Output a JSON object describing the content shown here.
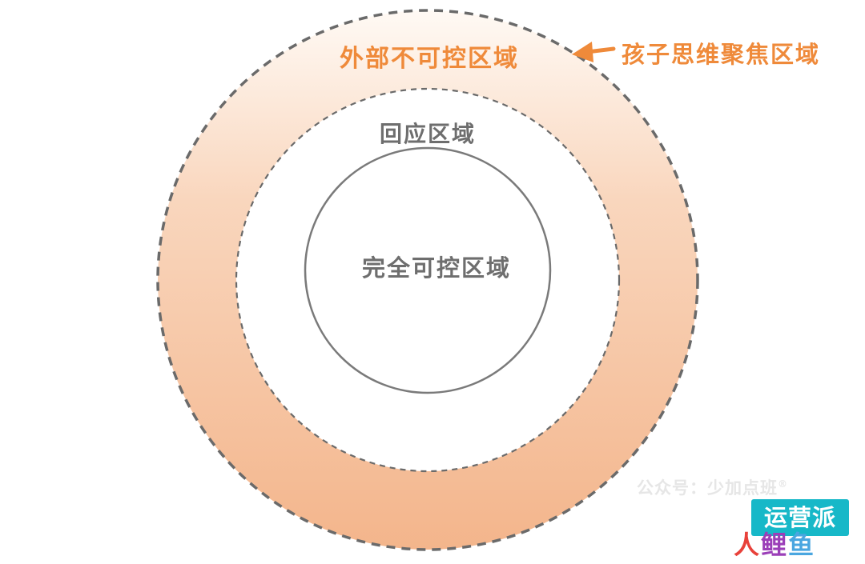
{
  "diagram": {
    "labels": {
      "outer": "外部不可控区域",
      "focus": "孩子思维聚焦区域",
      "response": "回应区域",
      "control": "完全可控区域"
    },
    "colors": {
      "ring_light": "#fff8f2",
      "ring_dark": "#f3b58c",
      "dash_stroke": "#6a6a6a",
      "inner_stroke": "#7a7a7a",
      "accent": "#ef8a3a",
      "text_gray": "#6e6e6e"
    },
    "arrow_icon": "arrow-left-icon"
  },
  "watermark": {
    "text": "公众号：少加点班",
    "mark": "®"
  },
  "logo": {
    "top_text": "运营派",
    "bottom_chars": [
      "人",
      "鲤",
      "鱼"
    ],
    "colors": {
      "top_bg": "#17b8c8",
      "c1": "#e8413a",
      "c2": "#9b3fb8",
      "c3": "#4aa6e0"
    }
  }
}
